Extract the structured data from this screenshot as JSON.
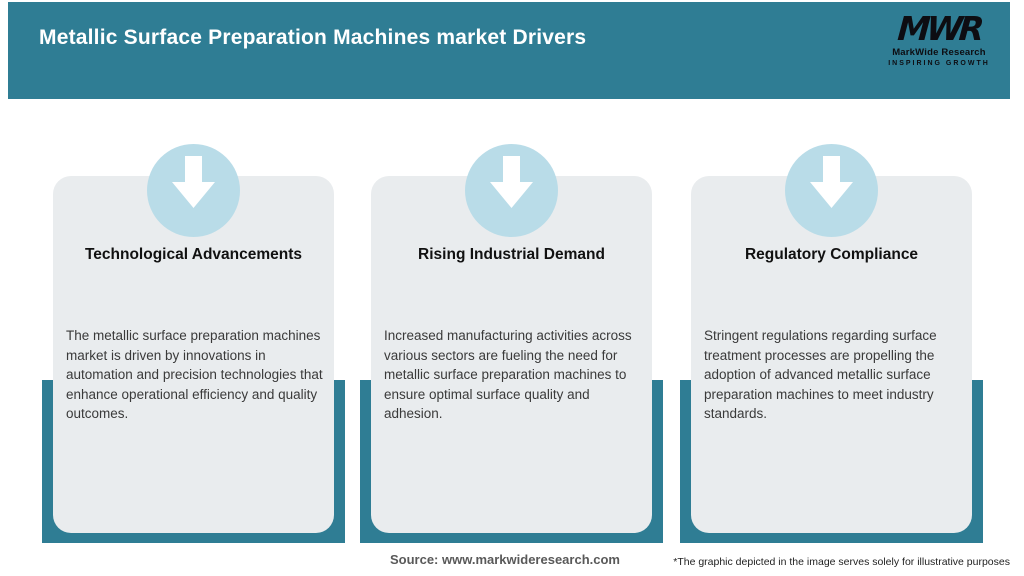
{
  "header": {
    "title": "Metallic Surface Preparation Machines market Drivers",
    "logo": {
      "mark": "MWR",
      "name": "MarkWide Research",
      "tagline": "INSPIRING GROWTH"
    }
  },
  "cards": [
    {
      "icon": "arrow-down-icon",
      "title": "Technological Advancements",
      "description": "The metallic surface preparation machines market is driven by innovations in automation and precision technologies that enhance operational efficiency and quality outcomes."
    },
    {
      "icon": "arrow-down-icon",
      "title": "Rising Industrial Demand",
      "description": "Increased manufacturing activities across various sectors are fueling the need for metallic surface preparation machines to ensure optimal surface quality and adhesion."
    },
    {
      "icon": "arrow-down-icon",
      "title": "Regulatory Compliance",
      "description": "Stringent regulations regarding surface treatment processes are propelling the adoption of advanced metallic surface preparation machines to meet industry standards."
    }
  ],
  "footer": {
    "source": "Source: www.markwideresearch.com",
    "disclaimer": "*The graphic depicted in the image serves solely for illustrative purposes"
  },
  "colors": {
    "accent_teal": "#2F7D94",
    "circle_blue": "#B9DCE8",
    "card_gray": "#E9ECEE"
  }
}
